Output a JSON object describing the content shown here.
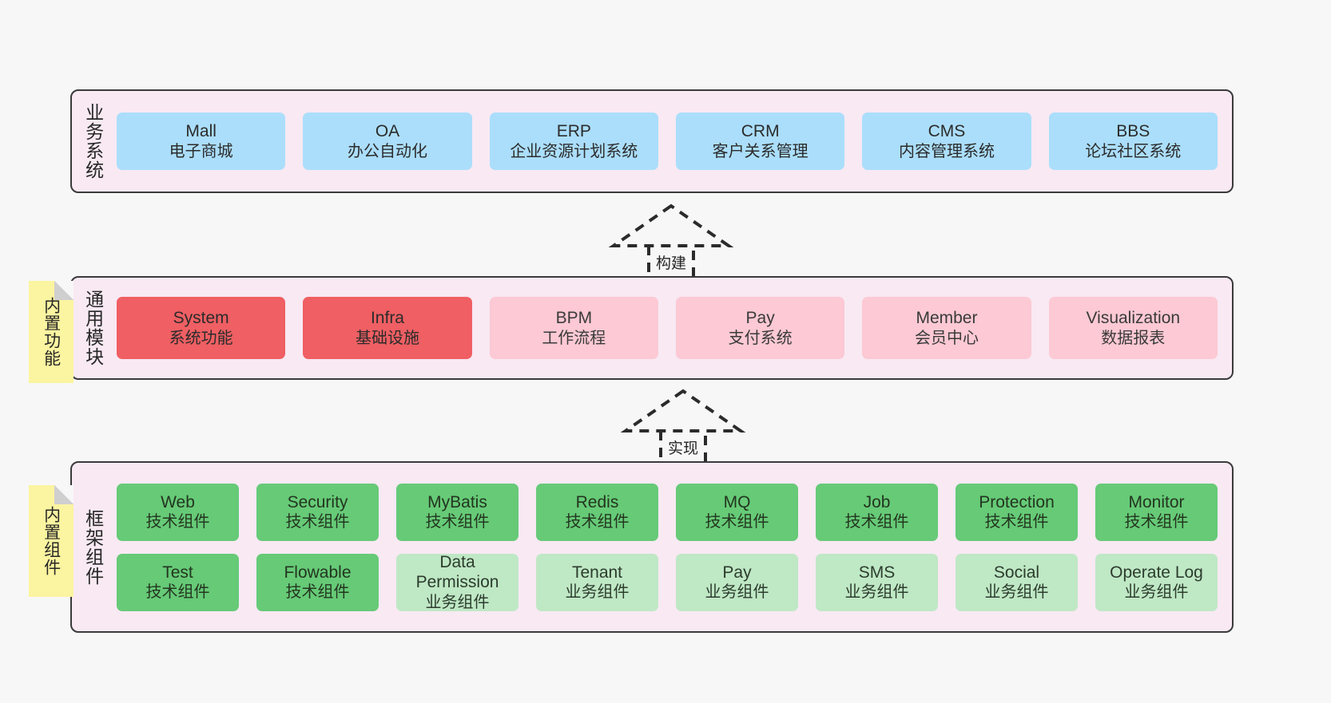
{
  "diagram": {
    "background_color": "#f7f7f7",
    "panel_background": "#f8e9f3",
    "panel_border": "#3a3a3a"
  },
  "notes": [
    {
      "name": "builtin-functions",
      "text": "内置功能",
      "color": "#fbf4a0"
    },
    {
      "name": "builtin-components",
      "text": "内置组件",
      "color": "#fbf4a0"
    }
  ],
  "connectors": [
    {
      "name": "build",
      "label": "构建",
      "style": "dashed-generalization"
    },
    {
      "name": "realize",
      "label": "实现",
      "style": "dashed-generalization"
    }
  ],
  "panels": [
    {
      "id": "business",
      "title": "业务系统",
      "accent": "#abdefb",
      "rows": [
        [
          {
            "name": "mall",
            "title": "Mall",
            "subtitle": "电子商城",
            "color": "#abdefb"
          },
          {
            "name": "oa",
            "title": "OA",
            "subtitle": "办公自动化",
            "color": "#abdefb"
          },
          {
            "name": "erp",
            "title": "ERP",
            "subtitle": "企业资源计划系统",
            "color": "#abdefb"
          },
          {
            "name": "crm",
            "title": "CRM",
            "subtitle": "客户关系管理",
            "color": "#abdefb"
          },
          {
            "name": "cms",
            "title": "CMS",
            "subtitle": "内容管理系统",
            "color": "#abdefb"
          },
          {
            "name": "bbs",
            "title": "BBS",
            "subtitle": "论坛社区系统",
            "color": "#abdefb"
          }
        ]
      ]
    },
    {
      "id": "modules",
      "title": "通用模块",
      "accent": "#ef5f63",
      "rows": [
        [
          {
            "name": "system",
            "title": "System",
            "subtitle": "系统功能",
            "color": "#ef5f63"
          },
          {
            "name": "infra",
            "title": "Infra",
            "subtitle": "基础设施",
            "color": "#ef5f63"
          },
          {
            "name": "bpm",
            "title": "BPM",
            "subtitle": "工作流程",
            "color": "#fcc9d4"
          },
          {
            "name": "pay",
            "title": "Pay",
            "subtitle": "支付系统",
            "color": "#fcc9d4"
          },
          {
            "name": "member",
            "title": "Member",
            "subtitle": "会员中心",
            "color": "#fcc9d4"
          },
          {
            "name": "visualization",
            "title": "Visualization",
            "subtitle": "数据报表",
            "color": "#fcc9d4"
          }
        ]
      ]
    },
    {
      "id": "framework",
      "title": "框架组件",
      "accent": "#66ca77",
      "rows": [
        [
          {
            "name": "web",
            "title": "Web",
            "subtitle": "技术组件",
            "color": "#66ca77"
          },
          {
            "name": "security",
            "title": "Security",
            "subtitle": "技术组件",
            "color": "#66ca77"
          },
          {
            "name": "mybatis",
            "title": "MyBatis",
            "subtitle": "技术组件",
            "color": "#66ca77"
          },
          {
            "name": "redis",
            "title": "Redis",
            "subtitle": "技术组件",
            "color": "#66ca77"
          },
          {
            "name": "mq",
            "title": "MQ",
            "subtitle": "技术组件",
            "color": "#66ca77"
          },
          {
            "name": "job",
            "title": "Job",
            "subtitle": "技术组件",
            "color": "#66ca77"
          },
          {
            "name": "protection",
            "title": "Protection",
            "subtitle": "技术组件",
            "color": "#66ca77"
          },
          {
            "name": "monitor",
            "title": "Monitor",
            "subtitle": "技术组件",
            "color": "#66ca77"
          }
        ],
        [
          {
            "name": "test",
            "title": "Test",
            "subtitle": "技术组件",
            "color": "#66ca77"
          },
          {
            "name": "flowable",
            "title": "Flowable",
            "subtitle": "技术组件",
            "color": "#66ca77"
          },
          {
            "name": "data-permission",
            "title": "Data Permission",
            "subtitle": "业务组件",
            "color": "#bfe8c5"
          },
          {
            "name": "tenant",
            "title": "Tenant",
            "subtitle": "业务组件",
            "color": "#bfe8c5"
          },
          {
            "name": "pay",
            "title": "Pay",
            "subtitle": "业务组件",
            "color": "#bfe8c5"
          },
          {
            "name": "sms",
            "title": "SMS",
            "subtitle": "业务组件",
            "color": "#bfe8c5"
          },
          {
            "name": "social",
            "title": "Social",
            "subtitle": "业务组件",
            "color": "#bfe8c5"
          },
          {
            "name": "operate-log",
            "title": "Operate Log",
            "subtitle": "业务组件",
            "color": "#bfe8c5"
          }
        ]
      ]
    }
  ]
}
